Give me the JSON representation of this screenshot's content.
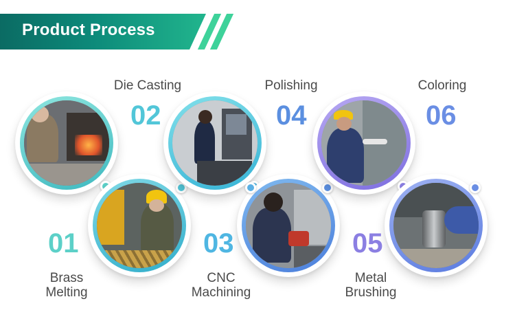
{
  "header": {
    "title": "Product Process"
  },
  "steps": [
    {
      "number": "01",
      "label_line1": "Brass",
      "label_line2": "Melting",
      "color": "#5cd0c8"
    },
    {
      "number": "02",
      "label": "Die Casting",
      "color": "#52c6d8"
    },
    {
      "number": "03",
      "label_line1": "CNC",
      "label_line2": "Machining",
      "color": "#4fb6e2"
    },
    {
      "number": "04",
      "label": "Polishing",
      "color": "#5b8fe0"
    },
    {
      "number": "05",
      "label_line1": "Metal",
      "label_line2": "Brushing",
      "color": "#8b7fe2"
    },
    {
      "number": "06",
      "label": "Coloring",
      "color": "#6a8ee4"
    }
  ],
  "colors": {
    "banner_dark": "#0b6b63",
    "banner_light": "#21b58d",
    "stripe": "#3ed29a"
  },
  "icons": [
    "header-stripe-icon",
    "connector-dot-icon"
  ]
}
